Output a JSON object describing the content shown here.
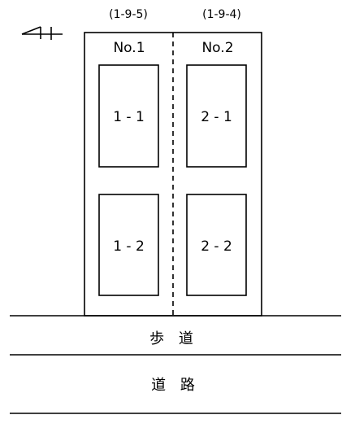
{
  "north_arrow": {
    "icon": "north-arrow-icon"
  },
  "lots": [
    {
      "address": "(1-9-5)",
      "number": "No.1",
      "units": [
        "1 - 1",
        "1 - 2"
      ]
    },
    {
      "address": "(1-9-4)",
      "number": "No.2",
      "units": [
        "2 - 1",
        "2 - 2"
      ]
    }
  ],
  "sidewalk": {
    "label": "歩 道"
  },
  "road": {
    "label": "道 路"
  }
}
